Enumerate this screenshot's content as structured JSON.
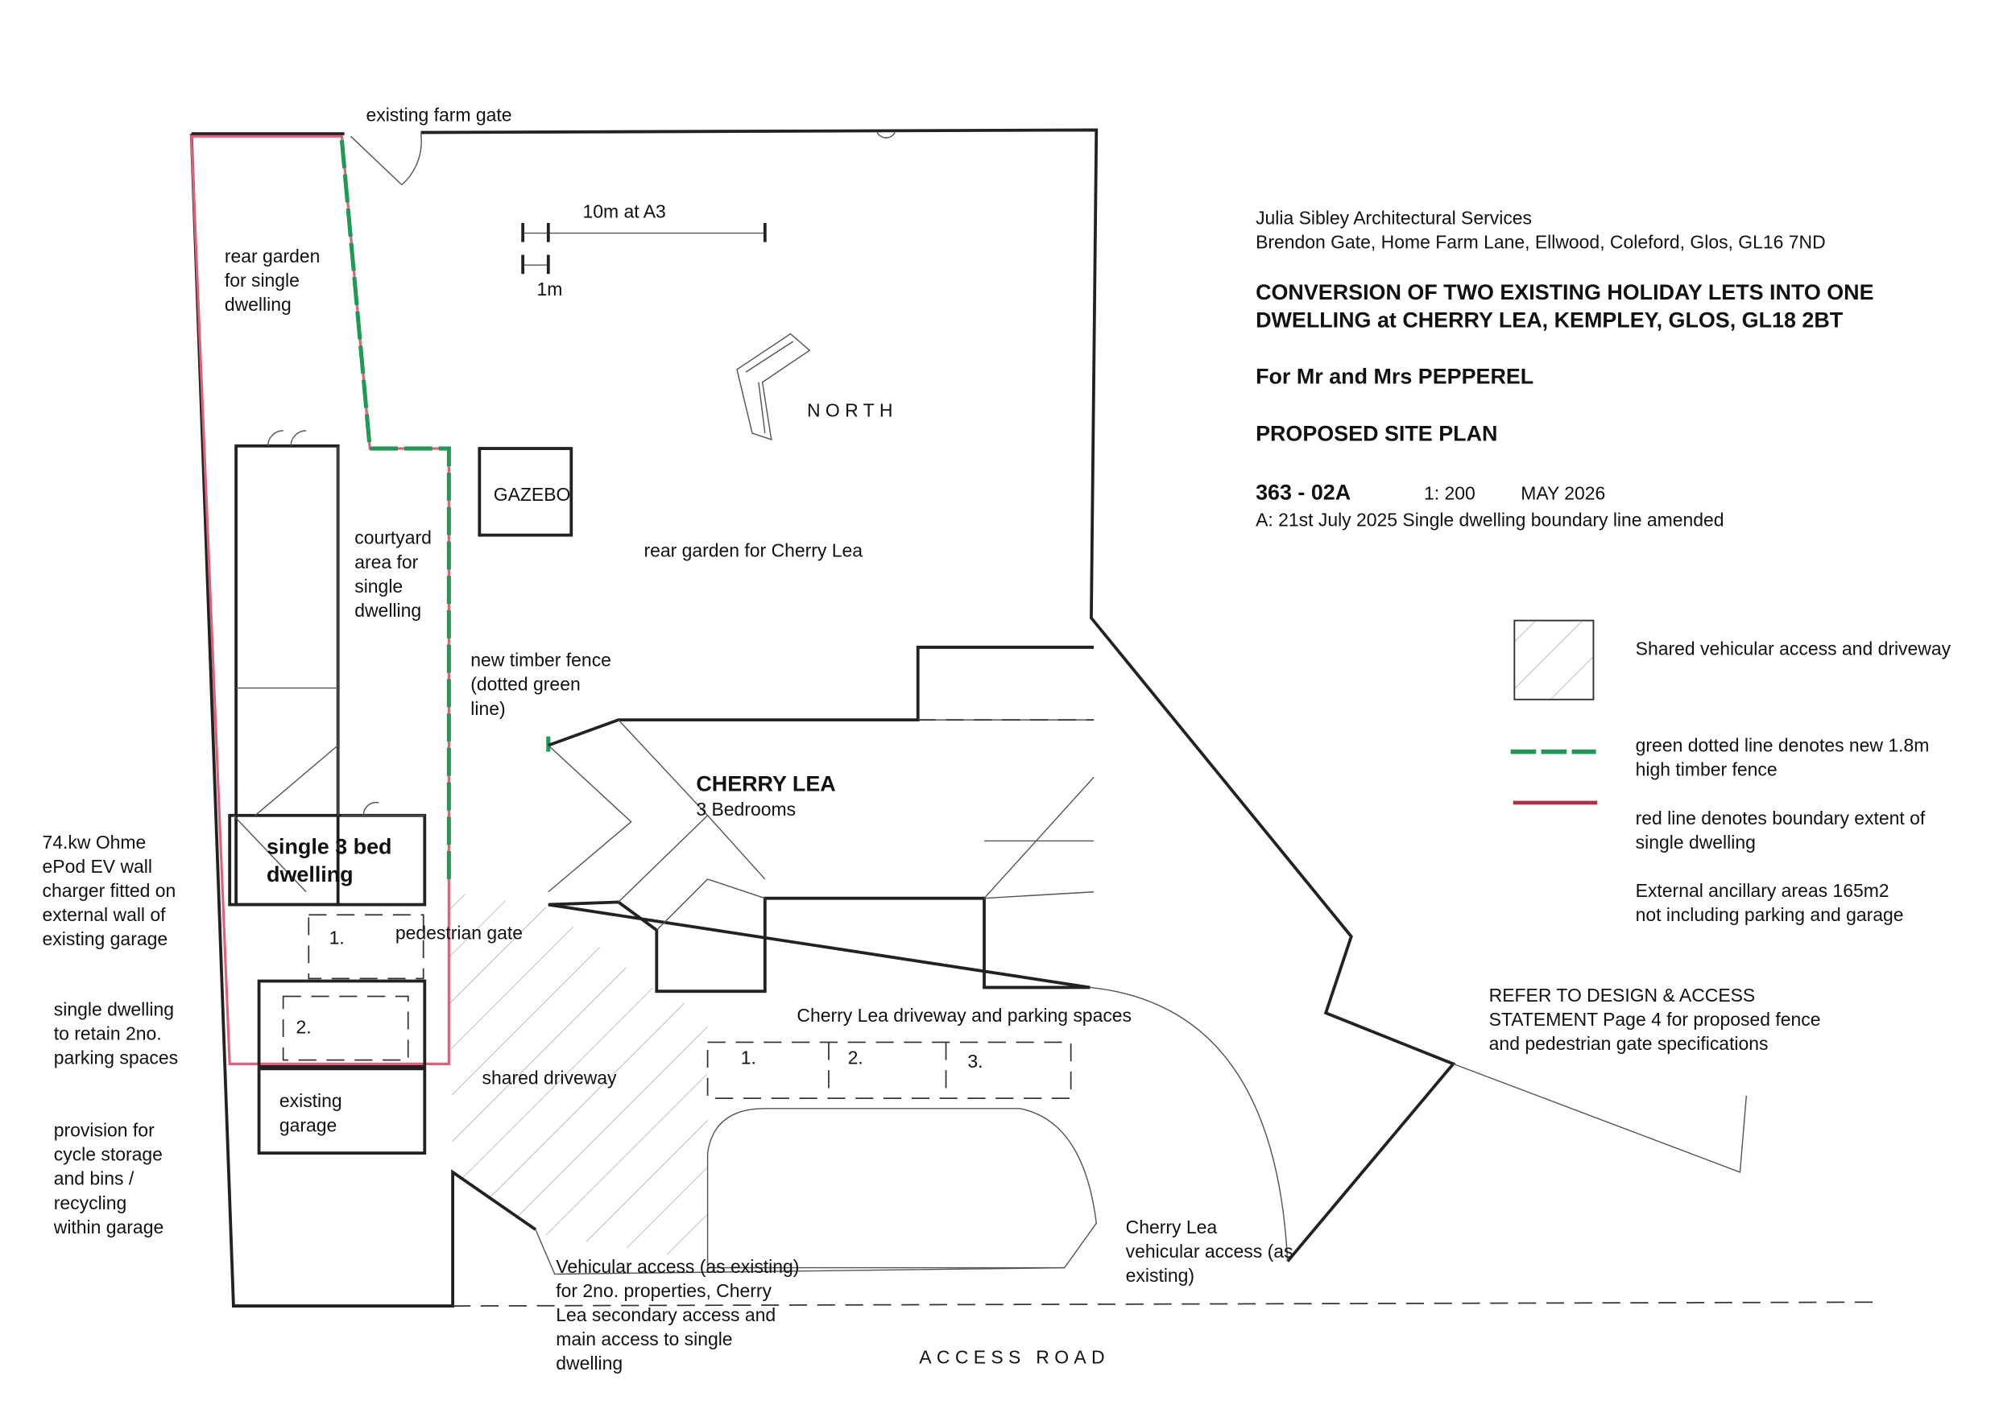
{
  "title_block": {
    "practice": "Julia Sibley Architectural Services",
    "address": "Brendon Gate, Home Farm Lane, Ellwood, Coleford, Glos, GL16 7ND",
    "project_line1": "CONVERSION OF TWO EXISTING HOLIDAY LETS INTO ONE",
    "project_line2": "DWELLING at CHERRY LEA, KEMPLEY, GLOS, GL18 2BT",
    "client": "For Mr and Mrs PEPPEREL",
    "drawing_title": "PROPOSED SITE PLAN",
    "drawing_number": "363 - 02A",
    "scale": "1: 200",
    "date": "MAY 2026",
    "revision": "A: 21st July 2025 Single dwelling boundary line amended"
  },
  "legend": {
    "shared": "Shared vehicular access and driveway",
    "green_1": "green dotted line denotes new 1.8m",
    "green_2": "high timber fence",
    "red_1": "red line denotes boundary extent of",
    "red_2": "single dwelling",
    "area_1": "External ancillary areas 165m2",
    "area_2": "not including parking and garage",
    "colors": {
      "green": "#1f9a55",
      "red": "#c0304a"
    }
  },
  "refer_note": [
    "REFER TO DESIGN & ACCESS",
    "STATEMENT Page 4 for proposed fence",
    "and pedestrian gate specifications"
  ],
  "plan": {
    "farm_gate": "existing farm gate",
    "scale_bar": "10m at A3",
    "scale_1m": "1m",
    "north": "NORTH",
    "rear_garden_single": [
      "rear garden",
      "for single",
      "dwelling"
    ],
    "courtyard": [
      "courtyard",
      "area for",
      "single",
      "dwelling"
    ],
    "gazebo": "GAZEBO",
    "rear_garden_cherry": "rear garden for Cherry Lea",
    "new_fence": [
      "new timber fence",
      "(dotted green",
      "line)"
    ],
    "cherry_lea": "CHERRY LEA",
    "bedrooms": "3 Bedrooms",
    "single_dwelling": [
      "single 3 bed",
      "dwelling"
    ],
    "pedestrian_gate": "pedestrian gate",
    "cherry_driveway": "Cherry Lea driveway and parking spaces",
    "cherry_spaces": [
      "1.",
      "2.",
      "3."
    ],
    "single_spaces": [
      "1.",
      "2."
    ],
    "shared_driveway": "shared driveway",
    "existing_garage": [
      "existing",
      "garage"
    ],
    "vehicular_access": [
      "Vehicular access (as existing)",
      "for 2no. properties, Cherry",
      "Lea secondary access and",
      "main access to single",
      "dwelling"
    ],
    "cherry_access": [
      "Cherry Lea",
      "vehicular access (as",
      "existing)"
    ],
    "access_road": "ACCESS ROAD"
  },
  "side_notes": {
    "ev": [
      "74.kw Ohme",
      "ePod EV wall",
      "charger fitted on",
      "external wall of",
      "existing garage"
    ],
    "parking": [
      "single dwelling",
      "to retain 2no.",
      "parking spaces"
    ],
    "cycle": [
      "provision for",
      "cycle storage",
      "and bins /",
      "recycling",
      "within garage"
    ]
  }
}
